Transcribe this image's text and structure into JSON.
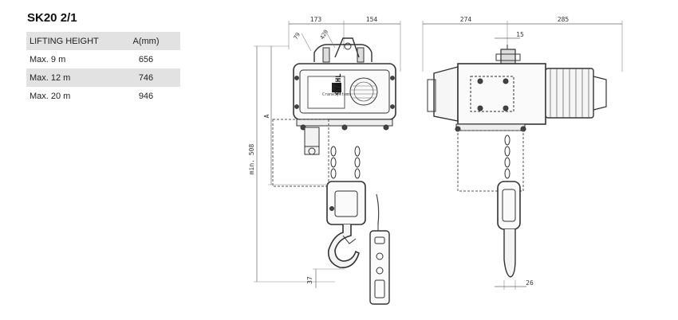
{
  "title": "SK20 2/1",
  "table": {
    "headers": [
      "LIFTING HEIGHT",
      "A(mm)"
    ],
    "rows": [
      {
        "label": "Max. 9  m",
        "value": "656"
      },
      {
        "label": "Max. 12  m",
        "value": "746"
      },
      {
        "label": "Max. 20  m",
        "value": "946"
      }
    ]
  },
  "drawing": {
    "brand": "STAHL",
    "brand_sub": "CraneSystems",
    "dims": {
      "front_left_width": "173",
      "front_right_width": "154",
      "hook_offset_a": "79",
      "hook_offset_b": "420",
      "height_A": "A",
      "min_height": "min. 508",
      "hook_bottom": "37",
      "side_left_width": "274",
      "side_right_width": "285",
      "side_top": "15",
      "side_bottom": "26"
    }
  }
}
